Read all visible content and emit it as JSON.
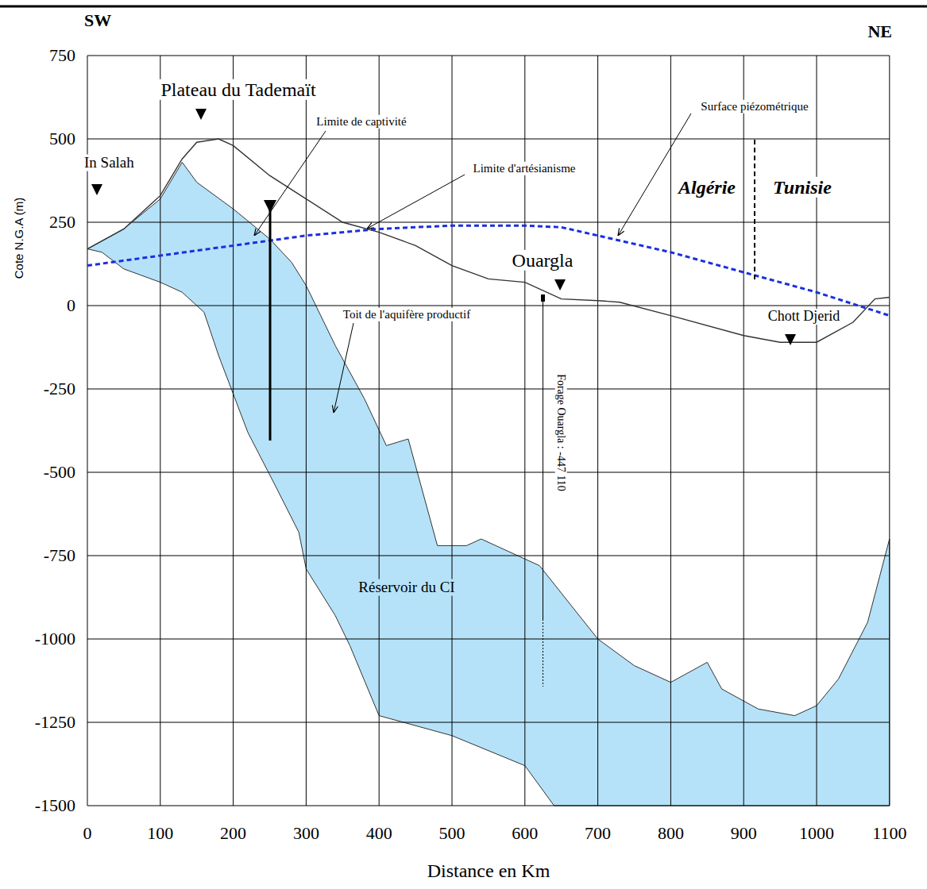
{
  "diagram": {
    "labels": [
      "SW",
      "NE",
      "750",
      "500",
      "250",
      "0",
      "-250",
      "-500",
      "-750",
      "-1000",
      "-1250",
      "-1500",
      "0",
      "100",
      "200",
      "300",
      "400",
      "500",
      "600",
      "700",
      "800",
      "900",
      "1000",
      "1100",
      "Cote N.G.A (m)",
      "Distance en Km",
      "Plateau du Tademaït",
      "In Salah",
      "Limite de captivité",
      "Limite d'artésianisme",
      "Surface piézométrique",
      "Algérie",
      "Tunisie",
      "Ouargla",
      "Toit de l'aquifère productif",
      "Chott Djerid",
      "Forage Ouargla : -447 110",
      "Réservoir du CI"
    ]
  }
}
